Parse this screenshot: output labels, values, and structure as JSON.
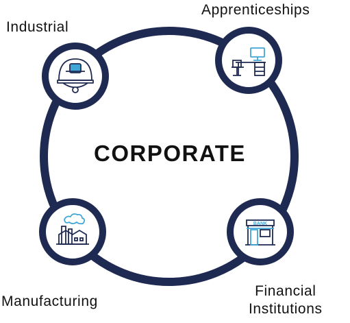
{
  "center": {
    "title": "CORPORATE"
  },
  "nodes": {
    "industrial": {
      "label": "Industrial",
      "icon": "hardhat-icon"
    },
    "apprenticeships": {
      "label": "Apprenticeships",
      "icon": "desk-workstation-icon"
    },
    "manufacturing": {
      "label": "Manufacturing",
      "icon": "factory-icon"
    },
    "financial": {
      "label_line1": "Financial",
      "label_line2": "Institutions",
      "icon": "bank-icon",
      "sign": "BANK"
    }
  },
  "colors": {
    "ring": "#1f2a52",
    "accent": "#3fa7d6",
    "text": "#111111"
  }
}
